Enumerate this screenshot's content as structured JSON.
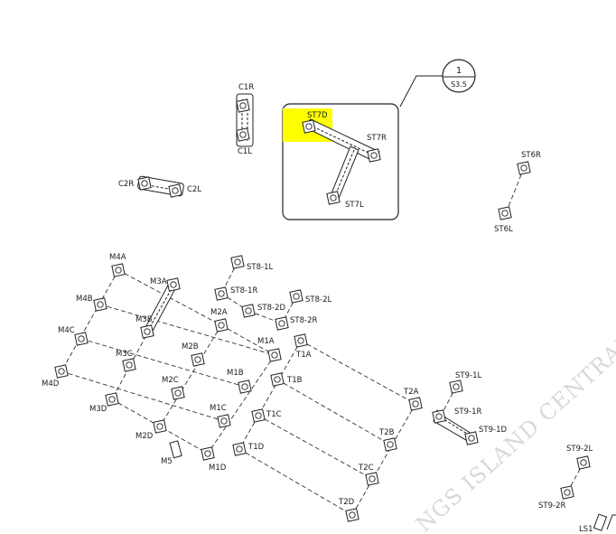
{
  "callout": {
    "number": "1",
    "sheet": "S3.5"
  },
  "watermark": "NGS ISLAND CENTRAL/B",
  "highlight_color": "#ffff00",
  "labels": {
    "C1R": "C1R",
    "C1L": "C1L",
    "C2R": "C2R",
    "C2L": "C2L",
    "ST7D": "ST7D",
    "ST7R": "ST7R",
    "ST7L": "ST7L",
    "ST6R": "ST6R",
    "ST6L": "ST6L",
    "ST8_1L": "ST8-1L",
    "ST8_1R": "ST8-1R",
    "ST8_2L": "ST8-2L",
    "ST8_2D": "ST8-2D",
    "ST8_2R": "ST8-2R",
    "M4A": "M4A",
    "M4B": "M4B",
    "M4C": "M4C",
    "M4D": "M4D",
    "M3A": "M3A",
    "M3B": "M3B",
    "M3C": "M3C",
    "M3D": "M3D",
    "M2A": "M2A",
    "M2B": "M2B",
    "M2C": "M2C",
    "M2D": "M2D",
    "M1A": "M1A",
    "M1B": "M1B",
    "M1C": "M1C",
    "M1D": "M1D",
    "M5": "M5",
    "T1A": "T1A",
    "T1B": "T1B",
    "T1C": "T1C",
    "T1D": "T1D",
    "T2A": "T2A",
    "T2B": "T2B",
    "T2C": "T2C",
    "T2D": "T2D",
    "ST9_1L": "ST9-1L",
    "ST9_1R": "ST9-1R",
    "ST9_1D": "ST9-1D",
    "ST9_2L": "ST9-2L",
    "ST9_2R": "ST9-2R",
    "LS1": "LS1"
  }
}
